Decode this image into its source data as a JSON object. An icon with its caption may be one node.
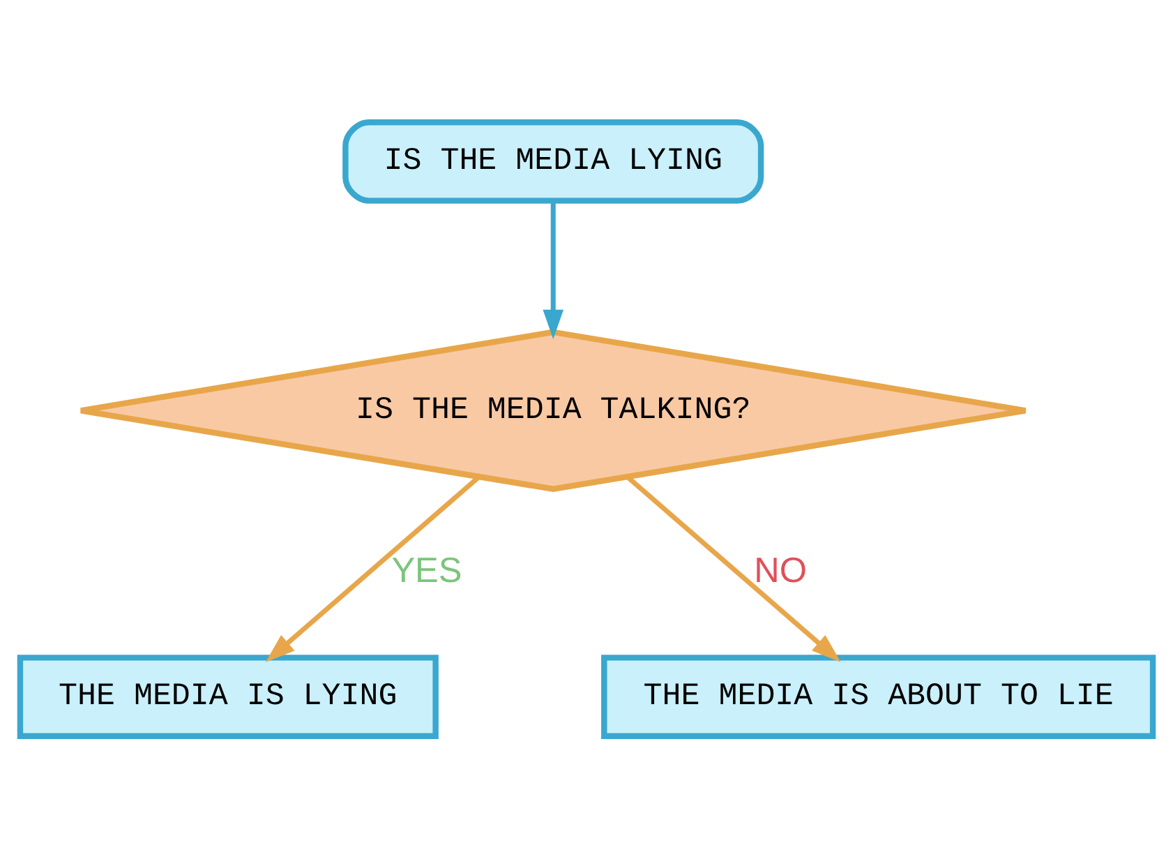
{
  "diagram": {
    "nodes": [
      {
        "text": [
          "IS THE MEDIA LYING"
        ]
      },
      {
        "text": [
          "IS THE MEDIA TALKING?"
        ]
      },
      {
        "text": [
          "THE MEDIA IS LYING"
        ]
      },
      {
        "text": [
          "THE MEDIA IS ABOUT TO LIE"
        ]
      }
    ],
    "edges": [
      {
        "from": 0,
        "to": 1,
        "arrow": "to",
        "color": "#3aa7cf"
      },
      {
        "from": 1,
        "to": 2,
        "arrow": "to",
        "label": "YES",
        "color": "#e8a64a"
      },
      {
        "from": 1,
        "to": 3,
        "arrow": "to",
        "label": "NO",
        "color": "#e8a64a"
      }
    ]
  }
}
